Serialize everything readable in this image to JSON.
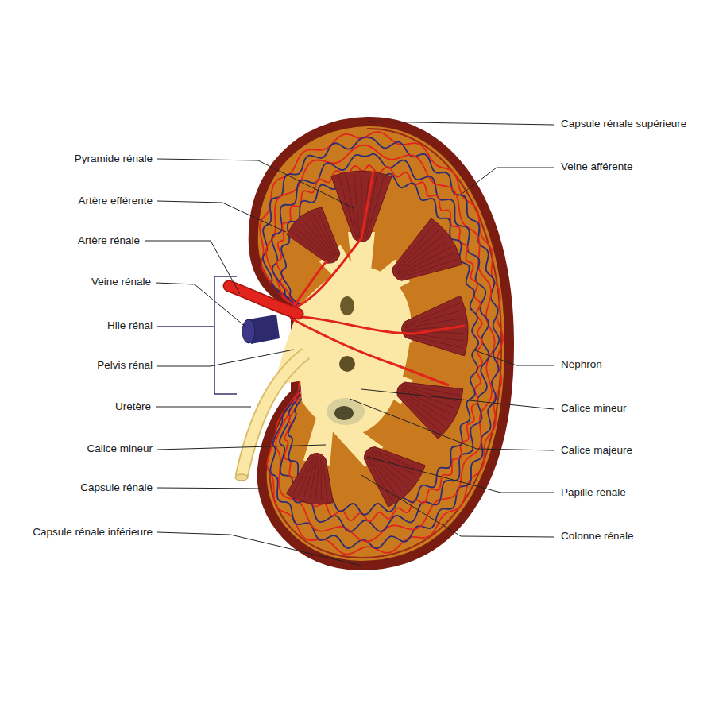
{
  "diagram": {
    "labels": [
      "Capsule rénale supérieure",
      "Pyramide rénale",
      "Veine afférente",
      "Artère efférente",
      "Artère rénale",
      "Veine rénale",
      "Hile rénal",
      "Pelvis rénal",
      "Néphron",
      "Uretère",
      "Calice mineur",
      "Calice mineur",
      "Calice majeure",
      "Papille rénale",
      "Capsule rénale",
      "Colonne rénale",
      "Capsule rénale inférieure"
    ]
  }
}
